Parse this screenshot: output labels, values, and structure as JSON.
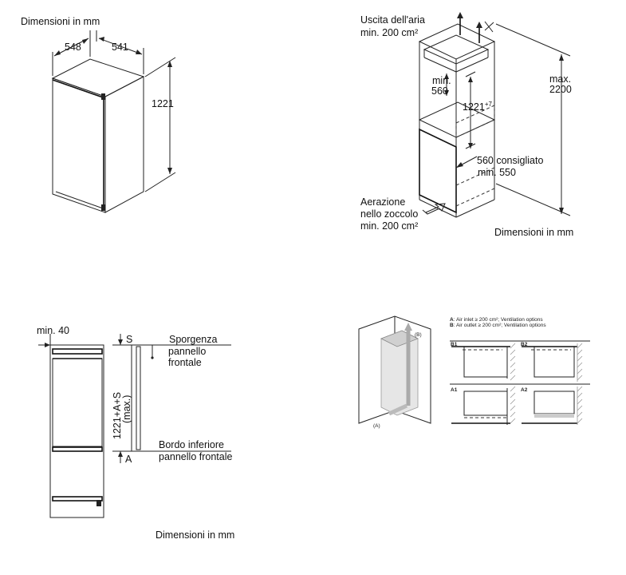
{
  "panel_a": {
    "title": "Dimensioni in mm",
    "dim_depth": "548",
    "dim_width": "541",
    "dim_height": "1221"
  },
  "panel_b": {
    "air_outlet_line1": "Uscita dell'aria",
    "air_outlet_line2": "min. 200 cm²",
    "max_line1": "max.",
    "max_line2": "2200",
    "min_line1": "min.",
    "min_line2": "560",
    "niche_height": "1221",
    "niche_tol": "+7",
    "depth_line1": "560 consigliato",
    "depth_line2": "min. 550",
    "inlet_line1": "Aerazione",
    "inlet_line2": "nello zoccolo",
    "inlet_line3": "min. 200 cm²",
    "footer": "Dimensioni in mm"
  },
  "panel_c": {
    "min_40": "min. 40",
    "s_label": "S",
    "a_label": "A",
    "overhang_line1": "Sporgenza",
    "overhang_line2": "pannello",
    "overhang_line3": "frontale",
    "vertical_label_line1": "1221+A+S",
    "vertical_label_line2": "(max.)",
    "lower_edge_line1": "Bordo inferiore",
    "lower_edge_line2": "pannello frontale",
    "footer": "Dimensioni in mm"
  },
  "panel_d": {
    "legend_a_key": "A",
    "legend_a_text": ": Air inlet ≥ 200 cm²; Ventilation options",
    "legend_b_key": "B",
    "legend_b_text": ": Air outlet ≥ 200 cm²; Ventilation options",
    "label_b_top": "(B)",
    "label_a_bottom": "(A)",
    "opt_b1": "B1",
    "opt_b2": "B2",
    "opt_a1": "A1",
    "opt_a2": "A2"
  }
}
